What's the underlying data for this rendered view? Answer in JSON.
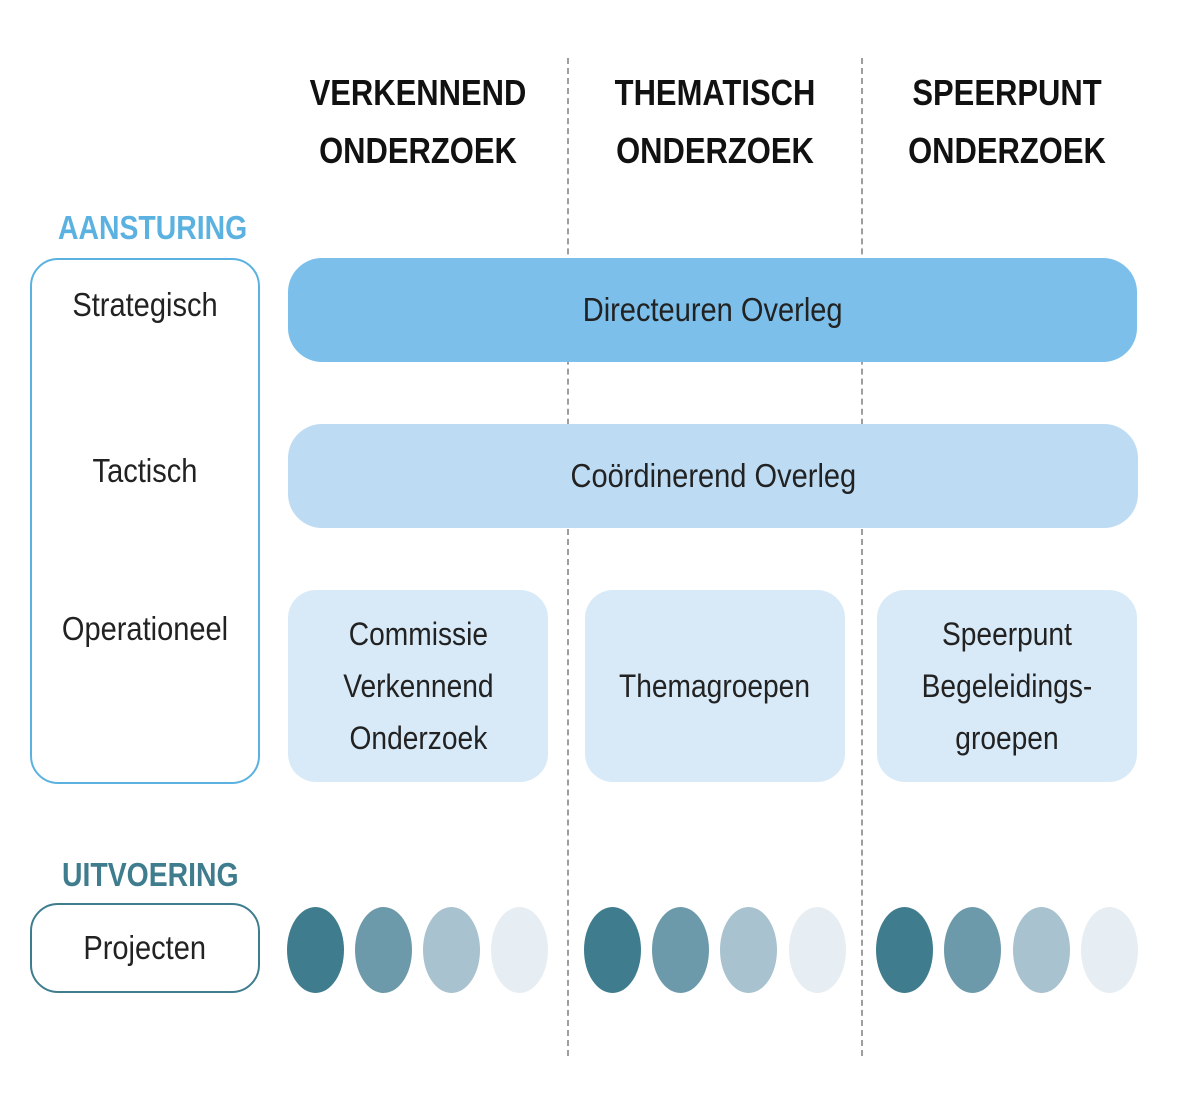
{
  "columns": [
    {
      "title": "VERKENNEND\nONDERZOEK"
    },
    {
      "title": "THEMATISCH\nONDERZOEK"
    },
    {
      "title": "SPEERPUNT\nONDERZOEK"
    }
  ],
  "aansturing": {
    "title": "AANSTURING",
    "levels": [
      "Strategisch",
      "Tactisch",
      "Operationeel"
    ],
    "strategic_bar": "Directeuren Overleg",
    "tactical_bar": "Coördinerend Overleg",
    "operational_cards": [
      "Commissie\nVerkennend\nOnderzoek",
      "Themagroepen",
      "Speerpunt\nBegeleidings-\ngroepen"
    ]
  },
  "uitvoering": {
    "title": "UITVOERING",
    "label": "Projecten",
    "dot_colors": [
      "#3f7d8e",
      "#6d9aaa",
      "#a8c2cf",
      "#e6eef3"
    ]
  },
  "colors": {
    "aansturing_accent": "#5bb2e0",
    "uitvoering_accent": "#3f7d8e",
    "strategic_bar": "#7bbfea",
    "tactical_bar": "#bddcf4",
    "operational_card": "#d8eaf8"
  }
}
